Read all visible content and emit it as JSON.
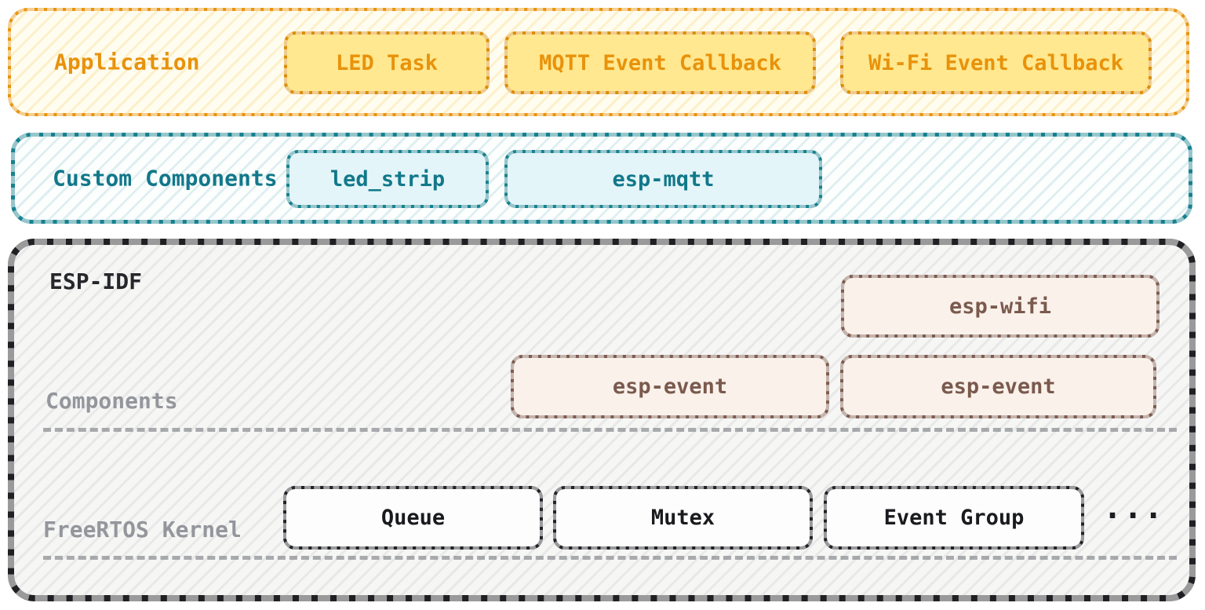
{
  "layers": {
    "application": {
      "label": "Application",
      "accent_color": "#E8940E",
      "box_fill_color": "#FFE88F",
      "boxes": {
        "led_task": "LED Task",
        "mqtt_event_callback": "MQTT Event Callback",
        "wifi_event_callback": "Wi-Fi Event Callback"
      }
    },
    "custom_components": {
      "label": "Custom Components",
      "accent_color": "#17818F",
      "box_fill_color": "#E3F5F8",
      "boxes": {
        "led_strip": "led_strip",
        "esp_mqtt": "esp-mqtt"
      }
    },
    "esp_idf": {
      "label": "ESP-IDF",
      "accent_color": "#1F2023",
      "components_section": {
        "label": "Components",
        "accent_color": "#7E5C4F",
        "box_fill_color": "#FAF1EB",
        "boxes": {
          "esp_wifi": "esp-wifi",
          "esp_event_left": "esp-event",
          "esp_event_right": "esp-event"
        }
      },
      "freertos_section": {
        "label": "FreeRTOS Kernel",
        "box_fill_color": "#FDFDFD",
        "boxes": {
          "queue": "Queue",
          "mutex": "Mutex",
          "event_group": "Event Group"
        },
        "more_indicator": "..."
      }
    }
  }
}
